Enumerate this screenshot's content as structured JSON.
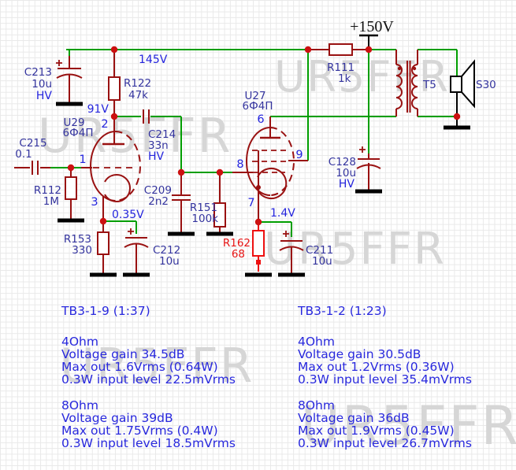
{
  "watermark": "UR5FFR",
  "power_label": "+150V",
  "voltages": {
    "rail": "145V",
    "grid": "91V",
    "cath1": "0.35V",
    "cath2": "1.4V"
  },
  "parts": {
    "c213": {
      "n": "C213",
      "v": "10u",
      "hv": "HV"
    },
    "r122": {
      "n": "R122",
      "v": "47k"
    },
    "c215": {
      "n": "C215",
      "v": "0.1"
    },
    "r112": {
      "n": "R112",
      "v": "1M"
    },
    "u29": {
      "n": "U29",
      "t": "6Ф4П",
      "p1": "1",
      "p2": "2",
      "p3": "3"
    },
    "c214": {
      "n": "C214",
      "v": "33n",
      "hv": "HV"
    },
    "r153": {
      "n": "R153",
      "v": "330"
    },
    "c212": {
      "n": "C212",
      "v": "10u"
    },
    "c209": {
      "n": "C209",
      "v": "2n2"
    },
    "r151": {
      "n": "R151",
      "v": "100k"
    },
    "u27": {
      "n": "U27",
      "t": "6Ф4П",
      "p6": "6",
      "p7": "7",
      "p8": "8",
      "p9": "9"
    },
    "r162": {
      "n": "R162",
      "v": "68"
    },
    "c211": {
      "n": "C211",
      "v": "10u"
    },
    "c128": {
      "n": "C128",
      "v": "10u",
      "hv": "HV"
    },
    "r111": {
      "n": "R111",
      "v": "1k"
    },
    "t5": {
      "n": "T5"
    },
    "s30": {
      "n": "S30"
    }
  },
  "results": {
    "left": {
      "title": "ТВ3-1-9 (1:37)",
      "groups": [
        [
          "4Ohm",
          "Voltage gain 34.5dB",
          "Max out 1.6Vrms (0.64W)",
          "0.3W input level 22.5mVrms"
        ],
        [
          "8Ohm",
          "Voltage gain 39dB",
          "Max out 1.75Vrms (0.4W)",
          "0.3W input level 18.5mVrms"
        ]
      ]
    },
    "right": {
      "title": "ТВ3-1-2 (1:23)",
      "groups": [
        [
          "4Ohm",
          "Voltage gain 30.5dB",
          "Max out 1.2Vrms (0.36W)",
          "0.3W input level 35.4mVrms"
        ],
        [
          "8Ohm",
          "Voltage gain 36dB",
          "Max out 1.9Vrms (0.45W)",
          "0.3W input level 26.7mVrms"
        ]
      ]
    }
  }
}
